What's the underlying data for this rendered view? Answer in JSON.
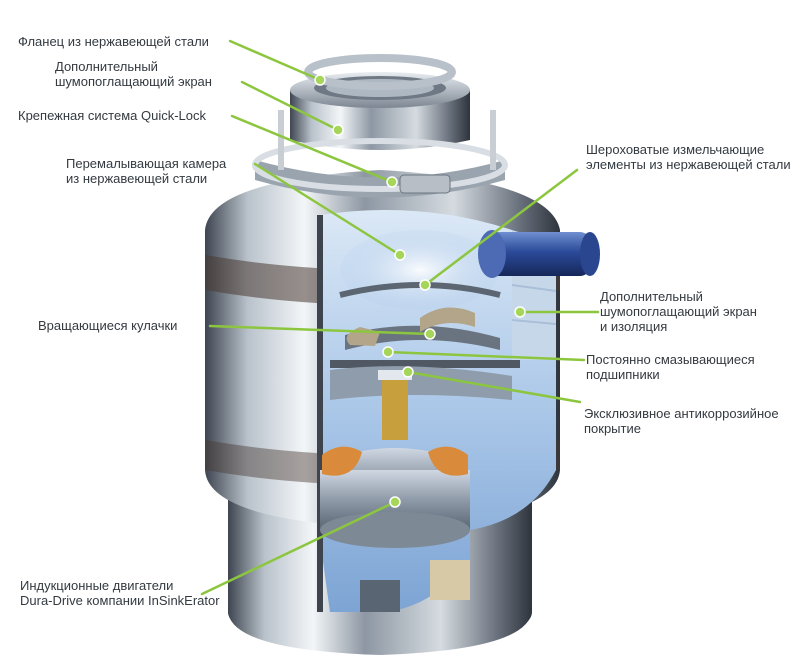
{
  "diagram": {
    "labels": {
      "flange": [
        "Фланец из нержавеющей стали"
      ],
      "extra_shield_top": [
        "Дополнительный",
        "шумопоглащающий экран"
      ],
      "quick_lock": [
        "Крепежная система Quick-Lock"
      ],
      "grind_chamber": [
        "Перемалывающая камера",
        "из нержавеющей стали"
      ],
      "rough_elements": [
        "Шероховатые измельчающие",
        "элементы из нержавеющей стали"
      ],
      "extra_shield_side": [
        "Дополнительный",
        "шумопоглащающий экран",
        "и изоляция"
      ],
      "rotating_cams": [
        "Вращающиеся кулачки"
      ],
      "bearings": [
        "Постоянно смазывающиеся",
        "подшипники"
      ],
      "coating": [
        "Эксклюзивное антикоррозийное",
        "покрытие"
      ],
      "motors": [
        "Индукционные двигатели",
        "Dura-Drive компании InSinkErator"
      ]
    },
    "colors": {
      "leader_line": "#8cc63f",
      "leader_dot": "#a5d65a",
      "label_text": "#333a40",
      "steel_light": "#e9eef2",
      "steel_dark": "#5b6470",
      "insulation_blue": "#7aa6d6",
      "pipe_blue": "#2f4f9c",
      "copper": "#d98a3a"
    }
  }
}
